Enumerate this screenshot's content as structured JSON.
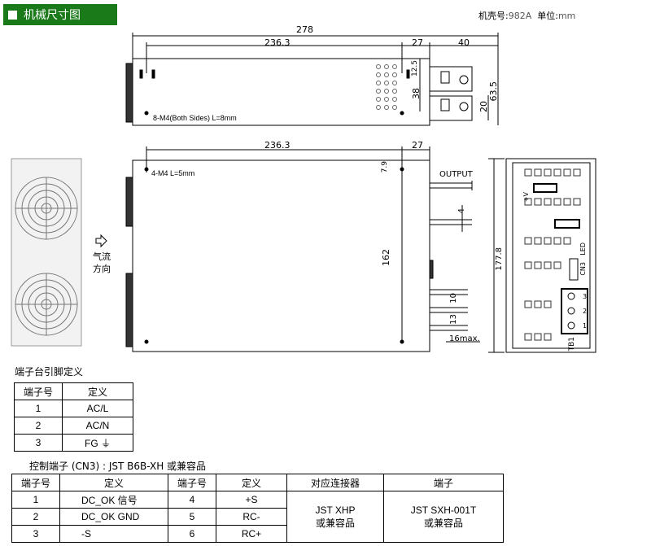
{
  "header": {
    "title": "机械尺寸图"
  },
  "case_info": {
    "label": "机壳号:",
    "case_no": "982A",
    "unit_label": "单位:",
    "unit": "mm"
  },
  "top_view": {
    "dim_total": "278",
    "dim_main": "236.3",
    "dim_right": "27",
    "dim_term": "40",
    "dim_125": "12.5",
    "dim_38": "38",
    "dim_20": "20",
    "dim_635": "63.5",
    "screw_note": "8-M4(Both Sides) L=8mm"
  },
  "front_view": {
    "dim_main": "236.3",
    "dim_right": "27",
    "dim_79": "7.9",
    "dim_162": "162",
    "dim_4": "4",
    "dim_10": "10",
    "dim_13": "13",
    "dim_16max": "16max.",
    "screw_note": "4-M4 L=5mm",
    "output": "OUTPUT"
  },
  "airflow": {
    "line1": "气流",
    "line2": "方向"
  },
  "end_view": {
    "dim_1778": "177.8",
    "v_label": "+V",
    "led": "LED",
    "cn3": "CN3",
    "tb1": "TB1",
    "pins": [
      "3",
      "2",
      "1"
    ]
  },
  "pin_table": {
    "caption": "端子台引脚定义",
    "headers": [
      "端子号",
      "定义"
    ],
    "rows": [
      [
        "1",
        "AC/L"
      ],
      [
        "2",
        "AC/N"
      ],
      [
        "3",
        "FG ⏚"
      ]
    ]
  },
  "control_table": {
    "caption": "控制端子 (CN3) : JST B6B-XH  或兼容品",
    "headers": [
      "端子号",
      "定义",
      "端子号",
      "定义",
      "对应连接器",
      "端子"
    ],
    "rows": [
      [
        "1",
        "DC_OK  信号",
        "4",
        "+S"
      ],
      [
        "2",
        "DC_OK GND",
        "5",
        "RC-"
      ],
      [
        "3",
        "-S",
        "6",
        "RC+"
      ]
    ],
    "connector": [
      "JST XHP",
      "或兼容品"
    ],
    "terminal": [
      "JST SXH-001T",
      "或兼容品"
    ]
  }
}
